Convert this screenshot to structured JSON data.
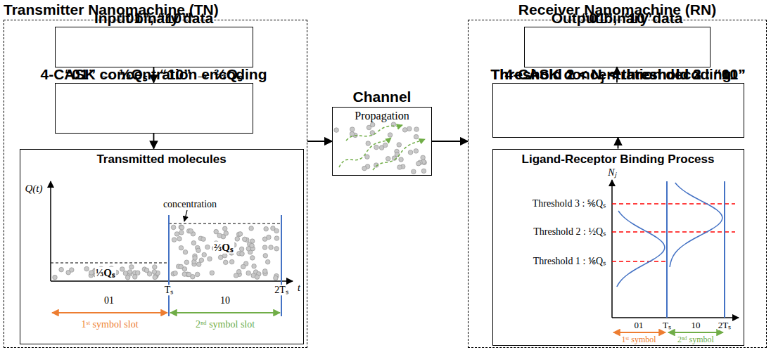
{
  "diagram": {
    "nodes": [
      {
        "text": [
          "Transmitter Nanomachine (TN)"
        ]
      },
      {
        "text": [
          "Input binary data",
          "“01”, “10”"
        ],
        "in": 0
      },
      {
        "text": [
          "4-CASK concentration encoding",
          "“01” → ⅓Qₛ , “10” → ⅔Qₛ"
        ],
        "in": 0
      },
      {
        "text": [
          "Transmitted molecules"
        ],
        "in": 0
      },
      {
        "text": [
          "Channel",
          "Propagation"
        ]
      },
      {
        "text": [
          "Receiver Nanomachine (RN)"
        ]
      },
      {
        "text": [
          "Output binary data",
          "“01”, “10”"
        ],
        "in": 5
      },
      {
        "text": [
          "4-CASK concentration decoding",
          "Threshold 1 < Nⱼ < threshold 2 : “01”",
          "Threshold 2 < Nⱼ < threshold 3 : “10”"
        ],
        "in": 5
      },
      {
        "text": [
          "Ligand-Receptor Binding Process"
        ],
        "in": 5
      }
    ],
    "edges": [
      {
        "from": 1,
        "to": 2,
        "arrow": "to"
      },
      {
        "from": 2,
        "to": 3,
        "arrow": "to"
      },
      {
        "from": 0,
        "to": 4,
        "arrow": "to"
      },
      {
        "from": 4,
        "to": 5,
        "arrow": "to"
      },
      {
        "from": 8,
        "to": 7,
        "arrow": "to"
      },
      {
        "from": 7,
        "to": 6,
        "arrow": "to"
      }
    ],
    "labels": [
      "Q(t)",
      "concentration",
      "⅓Qₛ",
      "⅔Qₛ",
      "Tₛ",
      "2Tₛ",
      "t",
      "01",
      "10",
      "1ˢᵗ symbol slot",
      "2ⁿᵈ symbol slot",
      "Nⱼ",
      "Threshold 3 : ⅚Qₛ",
      "Threshold 2 : ½Qₛ",
      "Threshold 1 : ⅙Qₛ",
      "01",
      "Tₛ",
      "10",
      "2Tₛ",
      "1ˢᵗ symbol",
      "2ⁿᵈ symbol"
    ]
  }
}
